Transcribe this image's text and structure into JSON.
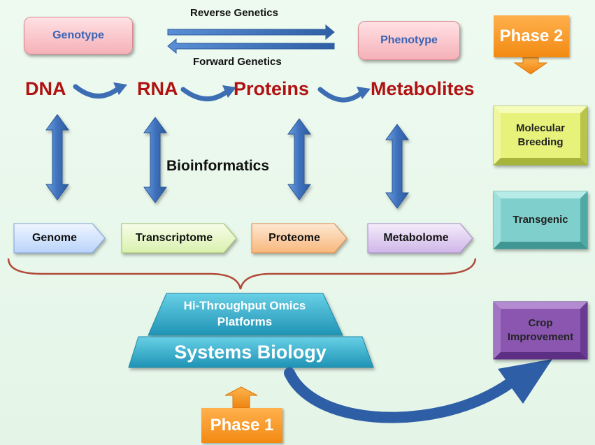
{
  "genotype": "Genotype",
  "phenotype": "Phenotype",
  "reverse_genetics": "Reverse Genetics",
  "forward_genetics": "Forward Genetics",
  "molecules": [
    "DNA",
    "RNA",
    "Proteins",
    "Metabolites"
  ],
  "bioinformatics": "Bioinformatics",
  "omics": [
    "Genome",
    "Transcriptome",
    "Proteome",
    "Metabolome"
  ],
  "platforms": "Hi-Throughput Omics Platforms",
  "systems_biology": "Systems Biology",
  "phase1": "Phase 1",
  "phase2": "Phase 2",
  "outcomes": [
    "Molecular Breeding",
    "Transgenic",
    "Crop Improvement"
  ],
  "colors": {
    "pink_box": "#f5b1b8",
    "blue_arrow": "#3d6eb3",
    "molecule_text": "#b01212",
    "orange": "#f28a12",
    "teal": "#39b6d0",
    "bracket": "#b04a3a",
    "molecular_breeding": "#e6f27a",
    "transgenic": "#7fd0cc",
    "crop_improvement": "#8a56b0",
    "genome": "#cfe3ff",
    "transcriptome": "#e7f8c9",
    "proteome": "#fbc99a",
    "metabolome": "#ddc9ee"
  }
}
